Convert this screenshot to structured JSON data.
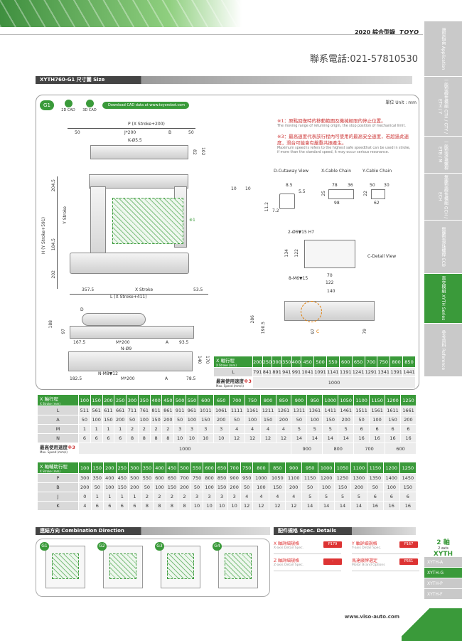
{
  "header": {
    "year_title": "2020 綜合型錄",
    "brand": "TOYO",
    "phone": "聯系電話:021-57810530"
  },
  "sidebar": [
    {
      "label": "選型指南 Application"
    },
    {
      "label": "一般型線性模組 GTH / GTY / ETH / Y"
    },
    {
      "label": "一般型滾珠螺桿 ETB / M"
    },
    {
      "label": "無塵型線性模組 GCH / ECH"
    },
    {
      "label": "無塵型滾珠螺桿 ECB"
    },
    {
      "label": "直交模組 XYTH Series"
    },
    {
      "label": "參考資料 Reference"
    }
  ],
  "section": {
    "title": "XYTH760-G1 尺寸圖 Size",
    "badge": "G1",
    "cad2d": "2D CAD",
    "cad3d": "3D CAD",
    "download": "Download CAD data at www.toyorobot.com",
    "unit": "單位 Unit : mm"
  },
  "notes": {
    "n1": "※1：原點回復時的移動範圍及機械極限的停止位置。",
    "n1_en": "The moving range of returning origin, the stop position of mechanical limit.",
    "n3": "※3：最高速度代表該行程內可使用的最高安全速度，若超過此速度，滑台可能會有嚴重共振產生。",
    "n3_en": "Maximum speed is refers to the highest safe speedthat can be used in stroke, if more than the standard speed, it may occur serious resonance."
  },
  "dims": {
    "p": "P (X Stroke+200)",
    "d50a": "50",
    "j200": "J*200",
    "b": "B",
    "d50b": "50",
    "k55": "K-Ø5.5",
    "d82": "82",
    "d102": "102",
    "h": "H (Y Stroke+591)",
    "d2045": "204.5",
    "ystroke": "Y Stroke",
    "d1845": "184.5",
    "d202": "202",
    "x1": "※1",
    "d3575": "357.5",
    "xstroke": "X Stroke",
    "d535": "53.5",
    "l": "L (X Stroke+411)",
    "d10a": "10",
    "d10b": "10",
    "dcut": "D-Cutaway View",
    "xcab": "X-Cable Chain",
    "ycab": "Y-Cable Chain",
    "d85": "8.5",
    "d55": "5.5",
    "d112": "11.2",
    "d72": "7.2",
    "d78": "78",
    "d36": "36",
    "d25": "25",
    "d98": "98",
    "d50c": "50",
    "d30": "30",
    "d22": "22",
    "d62": "62",
    "hole2": "2-Ø6▼15 H7",
    "d134": "134",
    "d122a": "122",
    "cdetail": "C-Detail View",
    "d70": "70",
    "d122b": "122",
    "m6": "8-M6▼15",
    "d140a": "140",
    "d": "D",
    "d188": "188",
    "d97a": "97",
    "d286": "286",
    "d1905": "190.5",
    "d97b": "97",
    "d79": "79",
    "c": "C",
    "d1675": "167.5",
    "m200a": "M*200",
    "a": "A",
    "d935": "93.5",
    "n9": "N-Ø9",
    "d140b": "140",
    "d170": "170",
    "m8": "N-M8▼12",
    "d1825": "182.5",
    "m200b": "M*200",
    "a2": "A",
    "d785": "78.5"
  },
  "table_small": {
    "stroke_label": "X 軸行程",
    "stroke_en": "X Stroke (mm)",
    "strokes": [
      "200",
      "250",
      "300",
      "350",
      "400",
      "450",
      "500",
      "550",
      "600",
      "650",
      "700",
      "750",
      "800",
      "850"
    ],
    "l_label": "L",
    "l": [
      "791",
      "841",
      "891",
      "941",
      "991",
      "1041",
      "1091",
      "1141",
      "1191",
      "1241",
      "1291",
      "1341",
      "1391",
      "1441"
    ],
    "speed_label": "最高使用速度",
    "speed_mark": "※3",
    "speed_en": "Max. Speed (mm/s)",
    "speed": "1000"
  },
  "table_x": {
    "stroke_label": "X 軸行程",
    "stroke_en": "X Stroke (mm)",
    "strokes": [
      "100",
      "150",
      "200",
      "250",
      "300",
      "350",
      "400",
      "450",
      "500",
      "550",
      "600",
      "650",
      "700",
      "750",
      "800",
      "850",
      "900",
      "950",
      "1000",
      "1050",
      "1100",
      "1150",
      "1200",
      "1250"
    ],
    "rows": [
      {
        "label": "L",
        "v": [
          "511",
          "561",
          "611",
          "661",
          "711",
          "761",
          "811",
          "861",
          "911",
          "961",
          "1011",
          "1061",
          "1111",
          "1161",
          "1211",
          "1261",
          "1311",
          "1361",
          "1411",
          "1461",
          "1511",
          "1561",
          "1611",
          "1661"
        ]
      },
      {
        "label": "A",
        "v": [
          "50",
          "100",
          "150",
          "200",
          "50",
          "100",
          "150",
          "200",
          "50",
          "100",
          "150",
          "200",
          "50",
          "100",
          "150",
          "200",
          "50",
          "100",
          "150",
          "200",
          "50",
          "100",
          "150",
          "200"
        ]
      },
      {
        "label": "M",
        "v": [
          "1",
          "1",
          "1",
          "1",
          "2",
          "2",
          "2",
          "2",
          "3",
          "3",
          "3",
          "3",
          "4",
          "4",
          "4",
          "4",
          "5",
          "5",
          "5",
          "5",
          "6",
          "6",
          "6",
          "6"
        ]
      },
      {
        "label": "N",
        "v": [
          "6",
          "6",
          "6",
          "6",
          "8",
          "8",
          "8",
          "8",
          "10",
          "10",
          "10",
          "10",
          "12",
          "12",
          "12",
          "12",
          "14",
          "14",
          "14",
          "14",
          "16",
          "16",
          "16",
          "16"
        ]
      }
    ],
    "speed_label": "最高使用速度",
    "speed_mark": "※3",
    "speed_en": "Max. Speed (mm/s)",
    "speeds": [
      "1000",
      "900",
      "800",
      "700",
      "600"
    ]
  },
  "table_y": {
    "stroke_label": "X 軸輔助行程",
    "stroke_en": "X Stroke (mm)",
    "strokes": [
      "100",
      "150",
      "200",
      "250",
      "300",
      "350",
      "400",
      "450",
      "500",
      "550",
      "600",
      "650",
      "700",
      "750",
      "800",
      "850",
      "900",
      "950",
      "1000",
      "1050",
      "1100",
      "1150",
      "1200",
      "1250"
    ],
    "rows": [
      {
        "label": "P",
        "v": [
          "300",
          "350",
          "400",
          "450",
          "500",
          "550",
          "600",
          "650",
          "700",
          "750",
          "800",
          "850",
          "900",
          "950",
          "1000",
          "1050",
          "1100",
          "1150",
          "1200",
          "1250",
          "1300",
          "1350",
          "1400",
          "1450"
        ]
      },
      {
        "label": "B",
        "v": [
          "200",
          "50",
          "100",
          "150",
          "200",
          "50",
          "100",
          "150",
          "200",
          "50",
          "100",
          "150",
          "200",
          "50",
          "100",
          "150",
          "200",
          "50",
          "100",
          "150",
          "200",
          "50",
          "100",
          "150"
        ]
      },
      {
        "label": "J",
        "v": [
          "0",
          "1",
          "1",
          "1",
          "1",
          "2",
          "2",
          "2",
          "2",
          "3",
          "3",
          "3",
          "3",
          "4",
          "4",
          "4",
          "4",
          "5",
          "5",
          "5",
          "5",
          "6",
          "6",
          "6"
        ]
      },
      {
        "label": "K",
        "v": [
          "4",
          "6",
          "6",
          "6",
          "6",
          "8",
          "8",
          "8",
          "8",
          "10",
          "10",
          "10",
          "10",
          "12",
          "12",
          "12",
          "12",
          "14",
          "14",
          "14",
          "14",
          "16",
          "16",
          "16"
        ]
      }
    ]
  },
  "combination": {
    "title": "連結方向 Combination Direction",
    "items": [
      "G1",
      "G2",
      "G3",
      "G4"
    ]
  },
  "specs": {
    "title": "配件規格 Spec. Details",
    "items": [
      {
        "zh": "X 軸詳細規格",
        "en": "X-axis Detail Spec.",
        "page": "P179"
      },
      {
        "zh": "Y 軸詳細規格",
        "en": "Y-axis Detail Spec.",
        "page": "P167"
      },
      {
        "zh": "Z 軸詳細規格",
        "en": "Z-axis Detail Spec.",
        "page": "-"
      },
      {
        "zh": "馬達廠牌選定",
        "en": "Motor Brand Options",
        "page": "P561"
      }
    ]
  },
  "series_nav": {
    "title": "2 軸",
    "sub": "2 axis",
    "name": "XYTH",
    "tabs": [
      "XYTH-A",
      "XYTH-G",
      "XYTH-P",
      "XYTH-F"
    ]
  },
  "footer": {
    "web": "www.viso-auto.com"
  }
}
